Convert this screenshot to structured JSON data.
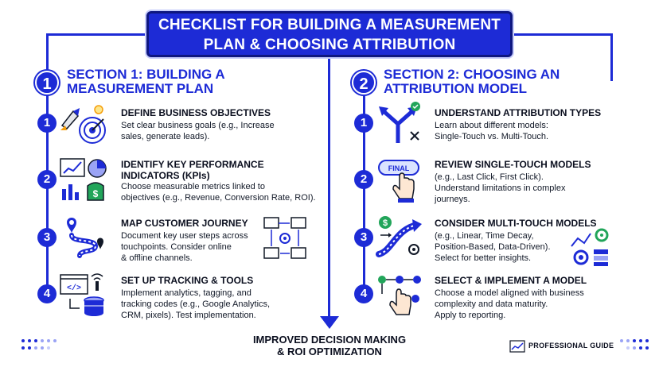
{
  "title": {
    "line1": "CHECKLIST FOR BUILDING A MEASUREMENT",
    "line2": "PLAN & CHOOSING ATTRIBUTION"
  },
  "section1": {
    "number": "1",
    "title_line1": "SECTION 1: BUILDING A",
    "title_line2": "MEASUREMENT PLAN",
    "items": [
      {
        "number": "1",
        "title_lines": [
          "DEFINE BUSINESS OBJECTIVES"
        ],
        "body_lines": [
          "Set clear business goals (e.g., Increase",
          "sales, generate leads)."
        ],
        "icon": "rocket-target-icon"
      },
      {
        "number": "2",
        "title_lines": [
          "IDENTIFY KEY PERFORMANCE",
          "INDICATORS (KPIs)"
        ],
        "body_lines": [
          "Choose measurable metrics linked to",
          "objectives (e.g., Revenue, Conversion Rate, ROI)."
        ],
        "icon": "kpi-charts-icon"
      },
      {
        "number": "3",
        "title_lines": [
          "MAP CUSTOMER JOURNEY"
        ],
        "body_lines": [
          "Document key user steps across",
          "touchpoints. Consider online",
          "& offline channels."
        ],
        "icon": "journey-path-icon"
      },
      {
        "number": "4",
        "title_lines": [
          "SET UP TRACKING & TOOLS"
        ],
        "body_lines": [
          "Implement analytics, tagging, and",
          "tracking codes (e.g., Google Analytics,",
          "CRM, pixels). Test implementation."
        ],
        "icon": "code-database-icon"
      }
    ]
  },
  "section2": {
    "number": "2",
    "title_line1": "SECTION 2: CHOOSING AN",
    "title_line2": "ATTRIBUTION MODEL",
    "items": [
      {
        "number": "1",
        "title_lines": [
          "UNDERSTAND ATTRIBUTION TYPES"
        ],
        "body_lines": [
          "Learn about different models:",
          "Single-Touch vs. Multi-Touch."
        ],
        "icon": "branching-arrows-icon"
      },
      {
        "number": "2",
        "title_lines": [
          "REVIEW SINGLE-TOUCH MODELS"
        ],
        "body_lines": [
          "(e.g., Last Click, First Click).",
          "Understand limitations in complex",
          "journeys."
        ],
        "icon": "final-click-icon",
        "icon_label": "FINAL"
      },
      {
        "number": "3",
        "title_lines": [
          "CONSIDER MULTI-TOUCH MODELS"
        ],
        "body_lines": [
          "(e.g., Linear, Time Decay,",
          "Position-Based, Data-Driven).",
          "Select for better insights."
        ],
        "icon": "multi-path-icon"
      },
      {
        "number": "4",
        "title_lines": [
          "SELECT & IMPLEMENT A MODEL"
        ],
        "body_lines": [
          "Choose a model aligned with business",
          "complexity and data maturity.",
          "Apply to reporting."
        ],
        "icon": "select-model-icon"
      }
    ]
  },
  "footer": {
    "line1": "IMPROVED DECISION MAKING",
    "line2": "& ROI OPTIMIZATION",
    "badge": "PROFESSIONAL GUIDE"
  },
  "colors": {
    "primary": "#1d2bd6",
    "text": "#0b0f1f",
    "accent_green": "#22a55a",
    "accent_light": "#9aa3f5"
  }
}
